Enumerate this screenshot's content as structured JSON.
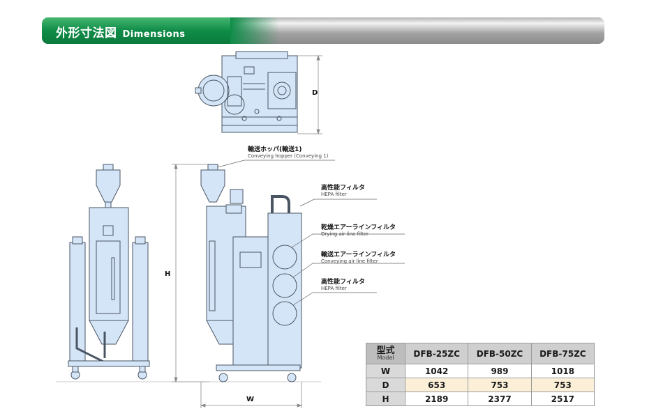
{
  "header": {
    "title_jp": "外形寸法図",
    "title_en": "Dimensions"
  },
  "dimensions": {
    "d_label": "D",
    "h_label": "H",
    "w_label": "W"
  },
  "annotations": [
    {
      "jp": "輸送ホッパ(輸送1)",
      "en": "Conveying hopper (Conveying 1)"
    },
    {
      "jp": "高性能フィルタ",
      "en": "HEPA filter"
    },
    {
      "jp": "乾燥エアーラインフィルタ",
      "en": "Drying air line filter"
    },
    {
      "jp": "輸送エアーラインフィルタ",
      "en": "Conveying air line filter"
    },
    {
      "jp": "高性能フィルタ",
      "en": "HEPA filter"
    }
  ],
  "spec_table": {
    "model_label_jp": "型式",
    "model_label_en": "Model",
    "models": [
      "DFB-25ZC",
      "DFB-50ZC",
      "DFB-75ZC"
    ],
    "rows": [
      {
        "label": "W",
        "values": [
          "1042",
          "989",
          "1018"
        ]
      },
      {
        "label": "D",
        "values": [
          "653",
          "753",
          "753"
        ]
      },
      {
        "label": "H",
        "values": [
          "2189",
          "2377",
          "2517"
        ]
      }
    ]
  },
  "colors": {
    "banner_green": "#0f8c48",
    "machine_fill": "#d4e5f7",
    "machine_stroke": "#4a5563",
    "d_row_highlight": "#fbefd7"
  }
}
